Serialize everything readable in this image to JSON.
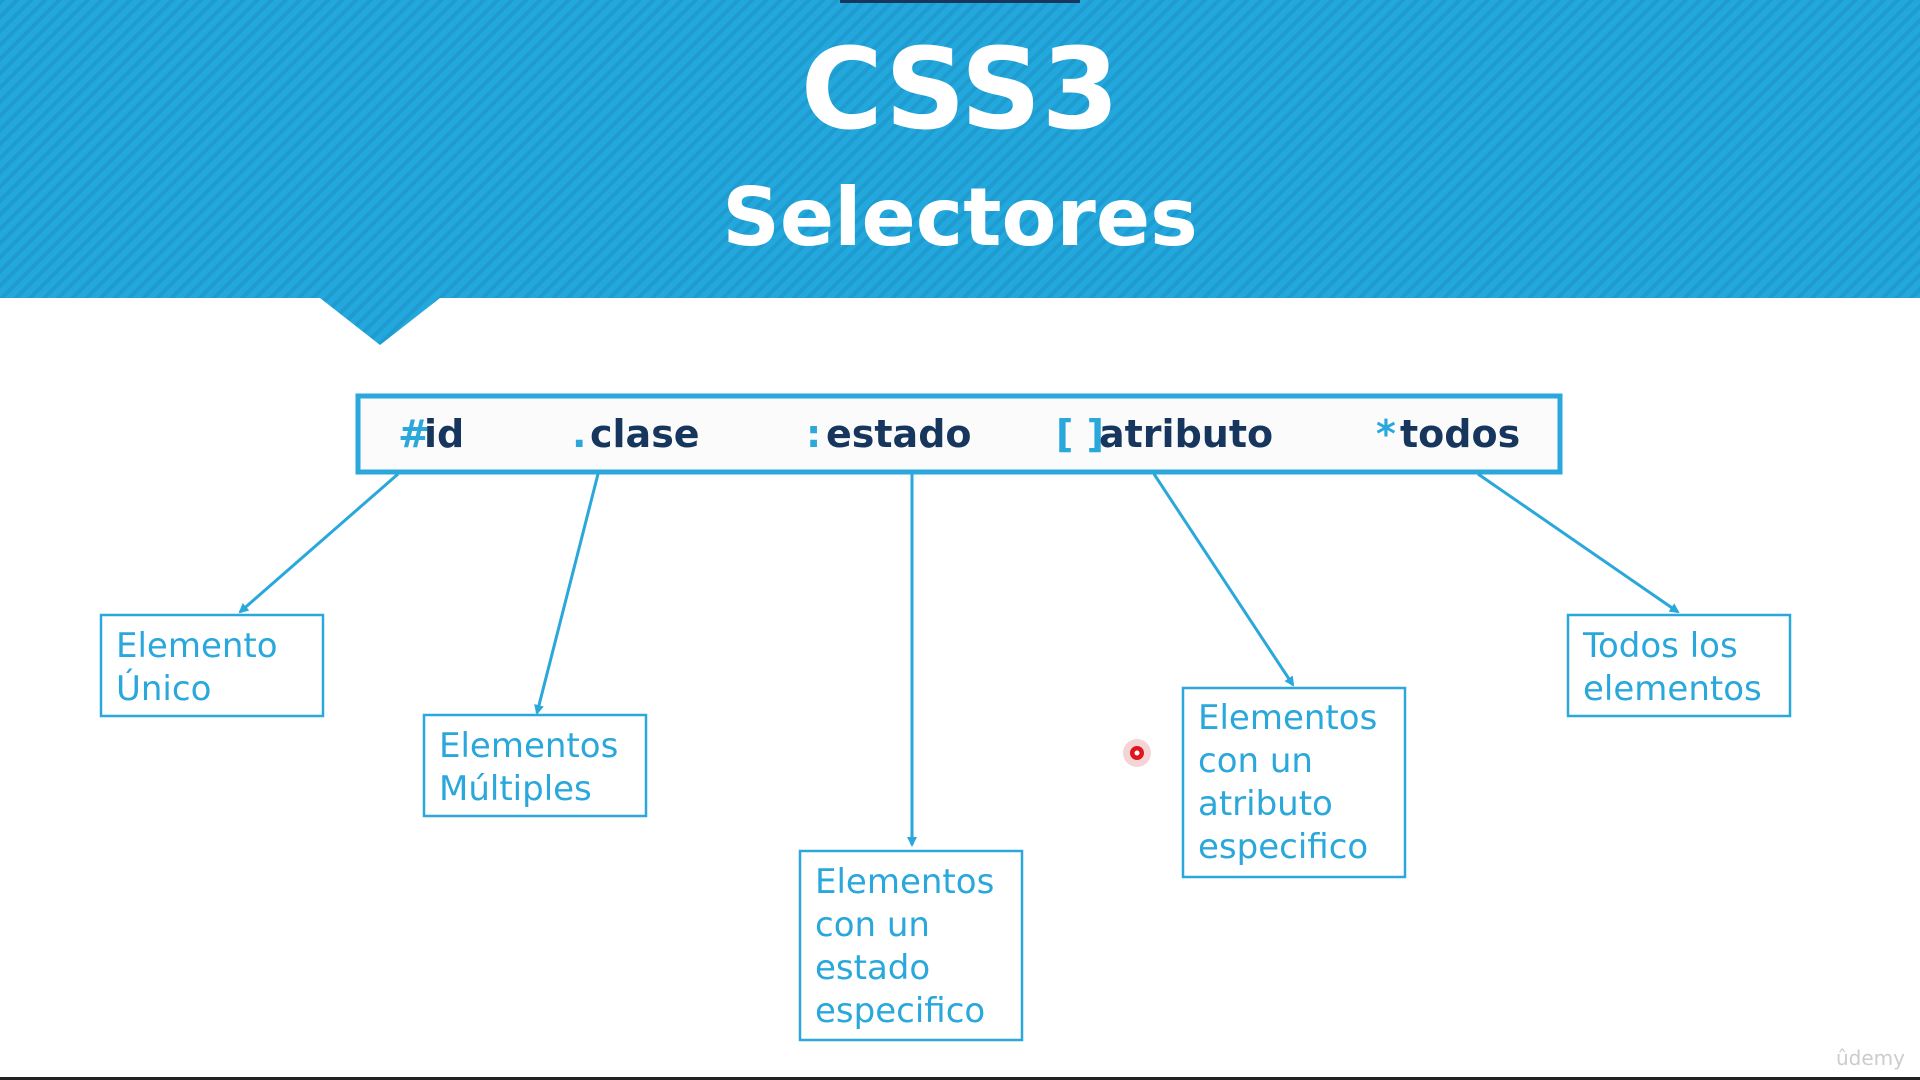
{
  "header": {
    "title": "CSS3",
    "subtitle": "Selectores"
  },
  "selectors": [
    {
      "symbol": "#",
      "word": "id"
    },
    {
      "symbol": ".",
      "word": "clase"
    },
    {
      "symbol": ":",
      "word": "estado"
    },
    {
      "symbol": "[ ]",
      "word": "atributo"
    },
    {
      "symbol": "*",
      "word": "todos"
    }
  ],
  "descriptions": [
    {
      "lines": [
        "Elemento",
        "Único"
      ]
    },
    {
      "lines": [
        "Elementos",
        "Múltiples"
      ]
    },
    {
      "lines": [
        "Elementos",
        "con un",
        "estado",
        "especifico"
      ]
    },
    {
      "lines": [
        "Elementos",
        "con un",
        "atributo",
        "especifico"
      ]
    },
    {
      "lines": [
        "Todos los",
        "elementos"
      ]
    }
  ],
  "watermark": "ûdemy",
  "colors": {
    "header_blue": "#22a8dc",
    "accent_blue": "#2aa7db",
    "dark_navy": "#17365d",
    "cursor_red": "#e0141e"
  }
}
